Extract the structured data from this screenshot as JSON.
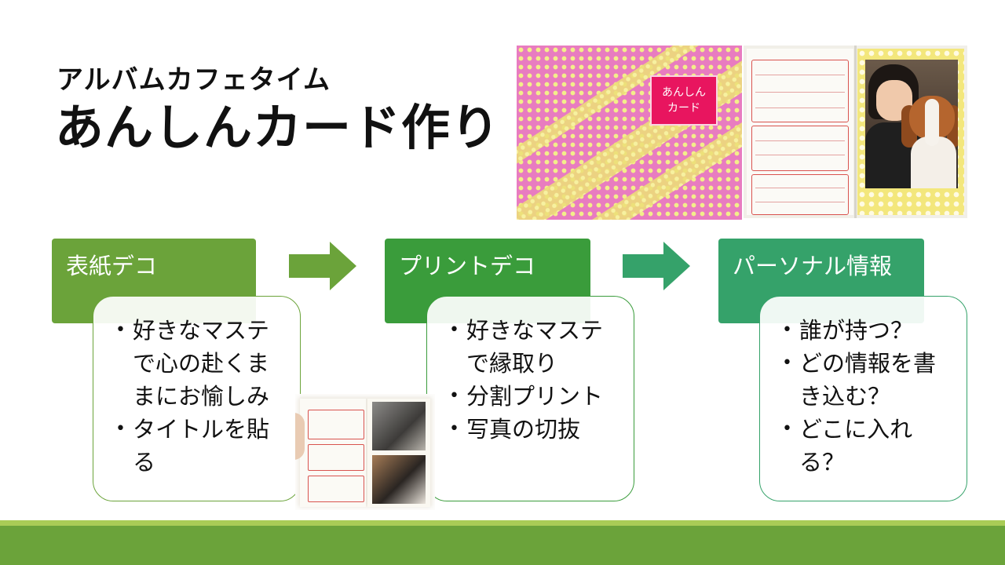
{
  "title": {
    "subtitle": "アルバムカフェタイム",
    "main": "あんしんカード作り"
  },
  "cover_photo": {
    "label_line1": "あんしん",
    "label_line2": "カード"
  },
  "steps": [
    {
      "header": "表紙デコ",
      "bullets": [
        "好きなマステで心の赴くままにお愉しみ",
        "タイトルを貼る"
      ]
    },
    {
      "header": "プリントデコ",
      "bullets": [
        "好きなマステで縁取り",
        "分割プリント",
        "写真の切抜"
      ]
    },
    {
      "header": "パーソナル情報",
      "bullets": [
        "誰が持つ？",
        "どの情報を書き込む？",
        "どこに入れる？"
      ]
    }
  ],
  "colors": {
    "step1": "#6ba33a",
    "step2": "#3a9c3b",
    "step3": "#35a26a",
    "arrow1": "#6ba33a",
    "arrow2": "#35a26a",
    "footer": "#6ba33a"
  }
}
